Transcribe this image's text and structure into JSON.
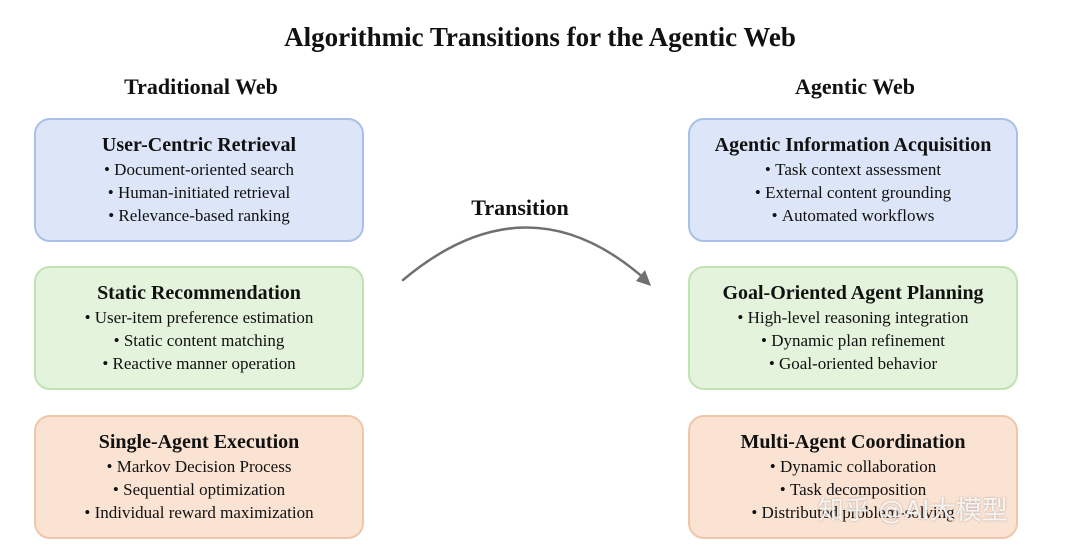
{
  "title": "Algorithmic Transitions for the Agentic Web",
  "left_heading": "Traditional Web",
  "right_heading": "Agentic Web",
  "transition_label": "Transition",
  "left_boxes": [
    {
      "title": "User-Centric Retrieval",
      "items": [
        "Document-oriented search",
        "Human-initiated retrieval",
        "Relevance-based ranking"
      ],
      "color": "#dce6f8"
    },
    {
      "title": "Static Recommendation",
      "items": [
        "User-item preference estimation",
        "Static content matching",
        "Reactive manner operation"
      ],
      "color": "#e3f3dc"
    },
    {
      "title": "Single-Agent Execution",
      "items": [
        "Markov Decision Process",
        "Sequential optimization",
        "Individual reward maximization"
      ],
      "color": "#fbe3d3"
    }
  ],
  "right_boxes": [
    {
      "title": "Agentic Information Acquisition",
      "items": [
        "Task context assessment",
        "External content grounding",
        "Automated workflows"
      ],
      "color": "#dce6f8"
    },
    {
      "title": "Goal-Oriented Agent Planning",
      "items": [
        "High-level reasoning integration",
        "Dynamic plan refinement",
        "Goal-oriented behavior"
      ],
      "color": "#e3f3dc"
    },
    {
      "title": "Multi-Agent Coordination",
      "items": [
        "Dynamic collaboration",
        "Task decomposition",
        "Distributed problem-solving"
      ],
      "color": "#fbe3d3"
    }
  ],
  "watermark": "知乎 @AI大模型"
}
